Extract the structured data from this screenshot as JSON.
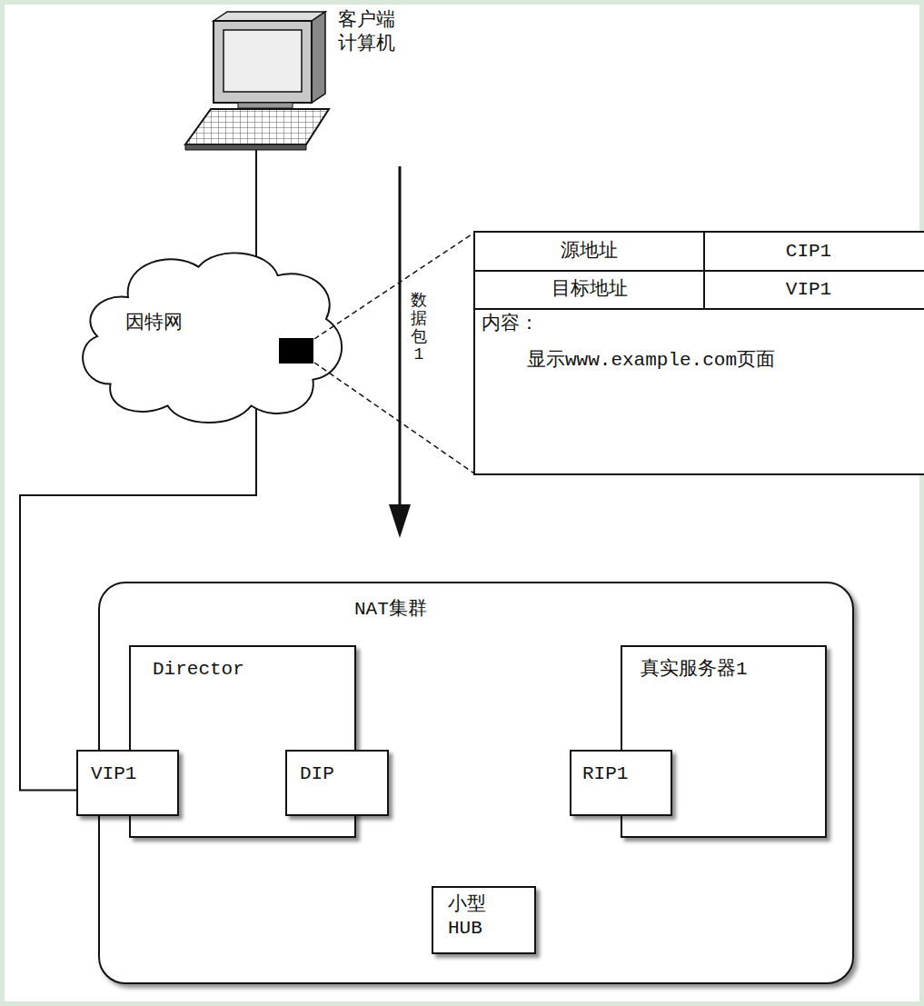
{
  "diagram": {
    "nodes": [
      {
        "text": [
          "客户端 计算机"
        ]
      },
      {
        "text": [
          "因特网"
        ]
      },
      {
        "text": [
          "NAT集群"
        ]
      },
      {
        "text": [
          "Director"
        ],
        "in": 2
      },
      {
        "text": [
          "VIP1"
        ],
        "in": 3
      },
      {
        "text": [
          "DIP"
        ],
        "in": 3
      },
      {
        "text": [
          "真实服务器1"
        ],
        "in": 2
      },
      {
        "text": [
          "RIP1"
        ],
        "in": 6
      },
      {
        "text": [
          "小型 HUB"
        ],
        "in": 2
      }
    ],
    "edges": [
      {
        "from": 0,
        "to": 1,
        "arrow": "none"
      },
      {
        "from": 1,
        "to": 4,
        "arrow": "none"
      },
      {
        "from": 5,
        "to": 8,
        "arrow": "none"
      },
      {
        "from": 8,
        "to": 7,
        "arrow": "none"
      }
    ],
    "labels": [
      "数据包1",
      "源地址",
      "CIP1",
      "目标地址",
      "VIP1",
      "内容：",
      "显示www.example.com页面"
    ]
  }
}
